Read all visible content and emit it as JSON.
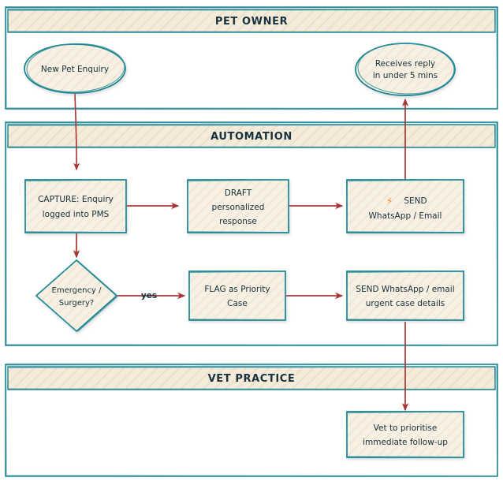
{
  "diagram": {
    "type": "swimlane-flowchart",
    "style": "hand-drawn-sketch",
    "colors": {
      "lane_border": "#1d7f8e",
      "lane_header_fill": "#f3ead9",
      "node_fill": "#f6efe2",
      "node_border": "#17818f",
      "arrow": "#a83434",
      "text": "#15323d",
      "accent_icon": "#f08a24",
      "background": "#ffffff"
    }
  },
  "lanes": [
    {
      "id": "pet-owner",
      "title": "PET OWNER"
    },
    {
      "id": "automation",
      "title": "AUTOMATION"
    },
    {
      "id": "vet-practice",
      "title": "VET PRACTICE"
    }
  ],
  "nodes": {
    "new_pet_enquiry": {
      "shape": "ellipse",
      "lane": "pet-owner",
      "lines": [
        "New Pet Enquiry"
      ]
    },
    "receives_reply": {
      "shape": "ellipse",
      "lane": "pet-owner",
      "lines": [
        "Receives reply",
        "in under 5 mins"
      ]
    },
    "capture_enquiry": {
      "shape": "rect",
      "lane": "automation",
      "lines": [
        "CAPTURE: Enquiry",
        "logged into PMS"
      ]
    },
    "draft_response": {
      "shape": "rect",
      "lane": "automation",
      "lines": [
        "DRAFT",
        "personalized",
        "response"
      ]
    },
    "send_whatsapp_email": {
      "shape": "rect",
      "lane": "automation",
      "icon": "lightning-bolt-icon",
      "icon_glyph": "⚡",
      "lines": [
        "SEND",
        "WhatsApp / Email"
      ]
    },
    "emergency_decision": {
      "shape": "diamond",
      "lane": "automation",
      "lines": [
        "Emergency /",
        "Surgery?"
      ]
    },
    "flag_priority": {
      "shape": "rect",
      "lane": "automation",
      "lines": [
        "FLAG as Priority",
        "Case"
      ]
    },
    "send_urgent": {
      "shape": "rect",
      "lane": "automation",
      "lines": [
        "SEND WhatsApp / email",
        "urgent case details"
      ]
    },
    "vet_prioritise": {
      "shape": "rect",
      "lane": "vet-practice",
      "lines": [
        "Vet to prioritise",
        "immediate follow-up"
      ]
    }
  },
  "edges": [
    {
      "id": "enquiry-to-capture",
      "from": "new_pet_enquiry",
      "to": "capture_enquiry",
      "label": ""
    },
    {
      "id": "capture-to-draft",
      "from": "capture_enquiry",
      "to": "draft_response",
      "label": ""
    },
    {
      "id": "draft-to-send",
      "from": "draft_response",
      "to": "send_whatsapp_email",
      "label": ""
    },
    {
      "id": "send-to-receives",
      "from": "send_whatsapp_email",
      "to": "receives_reply",
      "label": ""
    },
    {
      "id": "capture-to-decision",
      "from": "capture_enquiry",
      "to": "emergency_decision",
      "label": ""
    },
    {
      "id": "decision-to-flag",
      "from": "emergency_decision",
      "to": "flag_priority",
      "label": "yes"
    },
    {
      "id": "flag-to-urgent",
      "from": "flag_priority",
      "to": "send_urgent",
      "label": ""
    },
    {
      "id": "urgent-to-vet",
      "from": "send_urgent",
      "to": "vet_prioritise",
      "label": ""
    }
  ]
}
